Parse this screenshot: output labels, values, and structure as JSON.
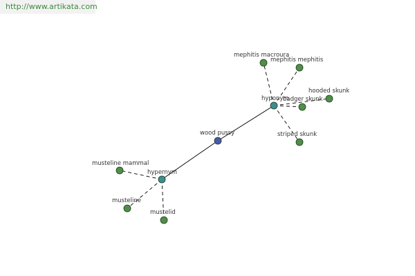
{
  "url": "http://www.artikata.com",
  "colors": {
    "center": "#4a5aa8",
    "hub": "#3d8f8f",
    "leaf": "#4f8f47",
    "edge": "#000000"
  },
  "graph": {
    "nodes": [
      {
        "id": "wood-pussy",
        "label": "wood pussy",
        "kind": "center"
      },
      {
        "id": "hyponym",
        "label": "hyponym",
        "kind": "hub"
      },
      {
        "id": "hypernym",
        "label": "hypernym",
        "kind": "hub"
      },
      {
        "id": "mephitis-macroura",
        "label": "mephitis macroura",
        "kind": "leaf"
      },
      {
        "id": "mephitis-mephitis",
        "label": "mephitis mephitis",
        "kind": "leaf"
      },
      {
        "id": "hooded-skunk",
        "label": "hooded skunk",
        "kind": "leaf"
      },
      {
        "id": "badger-skunk",
        "label": "badger skunk",
        "kind": "leaf"
      },
      {
        "id": "striped-skunk",
        "label": "striped skunk",
        "kind": "leaf"
      },
      {
        "id": "musteline-mammal",
        "label": "musteline mammal",
        "kind": "leaf"
      },
      {
        "id": "musteline",
        "label": "musteline",
        "kind": "leaf"
      },
      {
        "id": "mustelid",
        "label": "mustelid",
        "kind": "leaf"
      }
    ],
    "edges": [
      {
        "from": "wood-pussy",
        "to": "hyponym",
        "style": "solid"
      },
      {
        "from": "wood-pussy",
        "to": "hypernym",
        "style": "solid"
      },
      {
        "from": "hyponym",
        "to": "mephitis-macroura",
        "style": "dashed"
      },
      {
        "from": "hyponym",
        "to": "mephitis-mephitis",
        "style": "dashed"
      },
      {
        "from": "hyponym",
        "to": "hooded-skunk",
        "style": "dashed"
      },
      {
        "from": "hyponym",
        "to": "badger-skunk",
        "style": "dashed"
      },
      {
        "from": "hyponym",
        "to": "striped-skunk",
        "style": "dashed"
      },
      {
        "from": "hypernym",
        "to": "musteline-mammal",
        "style": "dashed"
      },
      {
        "from": "hypernym",
        "to": "musteline",
        "style": "dashed"
      },
      {
        "from": "hypernym",
        "to": "mustelid",
        "style": "dashed"
      }
    ]
  }
}
